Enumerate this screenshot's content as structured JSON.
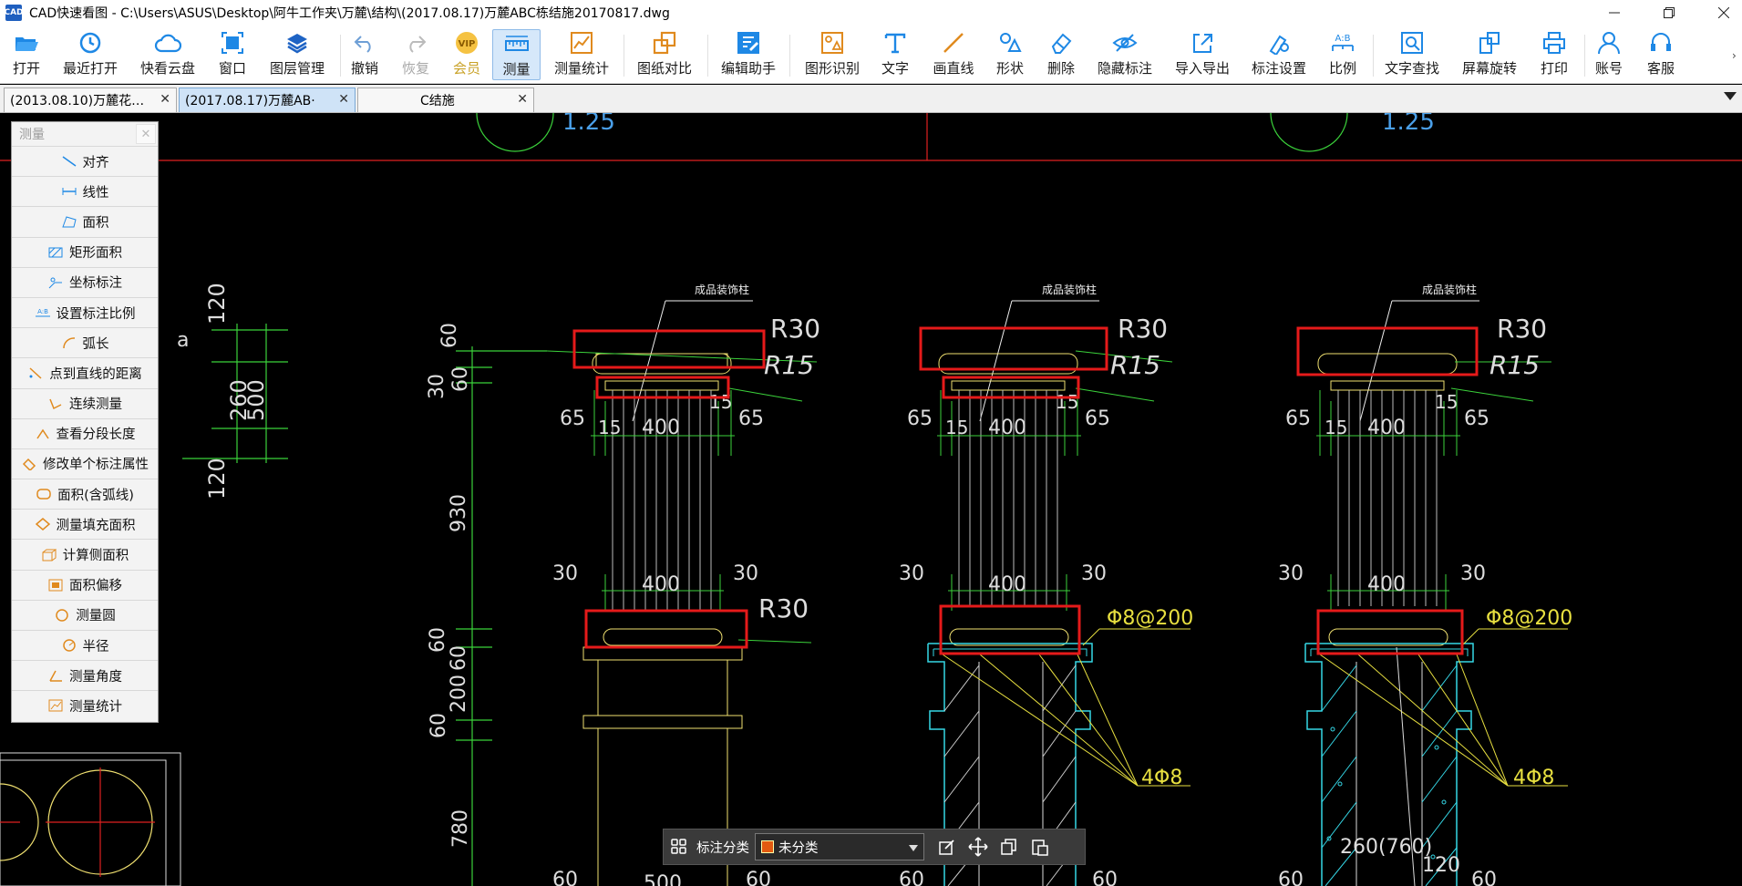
{
  "titlebar": {
    "app_icon_text": "CAD",
    "title": "CAD快速看图 - C:\\Users\\ASUS\\Desktop\\阿牛工作夹\\万麓\\结构\\(2017.08.17)万麓ABC栋结施20170817.dwg"
  },
  "toolbar": {
    "items": [
      {
        "label": "打开",
        "icon": "folder-open-icon"
      },
      {
        "label": "最近打开",
        "icon": "clock-icon"
      },
      {
        "label": "快看云盘",
        "icon": "cloud-icon"
      },
      {
        "label": "窗口",
        "icon": "window-icon"
      },
      {
        "label": "图层管理",
        "icon": "layers-icon"
      },
      {
        "label": "撤销",
        "icon": "undo-icon"
      },
      {
        "label": "恢复",
        "icon": "redo-icon"
      },
      {
        "label": "会员",
        "icon": "vip-icon"
      },
      {
        "label": "测量",
        "icon": "ruler-icon"
      },
      {
        "label": "测量统计",
        "icon": "chart-icon"
      },
      {
        "label": "图纸对比",
        "icon": "compare-icon"
      },
      {
        "label": "编辑助手",
        "icon": "edit-icon"
      },
      {
        "label": "图形识别",
        "icon": "shape-recognize-icon"
      },
      {
        "label": "文字",
        "icon": "text-icon"
      },
      {
        "label": "画直线",
        "icon": "line-icon"
      },
      {
        "label": "形状",
        "icon": "shapes-icon"
      },
      {
        "label": "删除",
        "icon": "eraser-icon"
      },
      {
        "label": "隐藏标注",
        "icon": "eye-off-icon"
      },
      {
        "label": "导入导出",
        "icon": "export-icon"
      },
      {
        "label": "标注设置",
        "icon": "settings-icon"
      },
      {
        "label": "比例",
        "icon": "scale-icon"
      },
      {
        "label": "文字查找",
        "icon": "text-search-icon"
      },
      {
        "label": "屏幕旋转",
        "icon": "rotate-icon"
      },
      {
        "label": "打印",
        "icon": "printer-icon"
      },
      {
        "label": "账号",
        "icon": "user-icon"
      },
      {
        "label": "客服",
        "icon": "headset-icon"
      }
    ]
  },
  "tabs": [
    {
      "label": "(2013.08.10)万麓花…",
      "active": false
    },
    {
      "label": "(2017.08.17)万麓AB·",
      "active": true
    },
    {
      "label": "C结施",
      "active": false
    }
  ],
  "measure_panel": {
    "title": "测量",
    "items": [
      "对齐",
      "线性",
      "面积",
      "矩形面积",
      "坐标标注",
      "设置标注比例",
      "弧长",
      "点到直线的距离",
      "连续测量",
      "查看分段长度",
      "修改单个标注属性",
      "面积(含弧线)",
      "测量填充面积",
      "计算侧面积",
      "面积偏移",
      "测量圆",
      "半径",
      "测量角度",
      "测量统计"
    ]
  },
  "annotation_bar": {
    "label": "标注分类",
    "selected": "未分类",
    "swatch_color": "#e25a10"
  },
  "drawing": {
    "column_label": "成品装饰柱",
    "texts": {
      "r30": "R30",
      "r15": "R15",
      "d65": "65",
      "d15": "15",
      "d400": "400",
      "d30": "30",
      "d60": "60",
      "d120": "120",
      "d260": "260",
      "d500": "500",
      "d930": "930",
      "d200": "200",
      "d780": "780",
      "d125": "1.25",
      "rebar_stirrup": "Φ8@200",
      "rebar_main": "4Φ8",
      "bottom_dim": "260(760)",
      "a_mark": "a",
      "d500b": "500"
    }
  }
}
